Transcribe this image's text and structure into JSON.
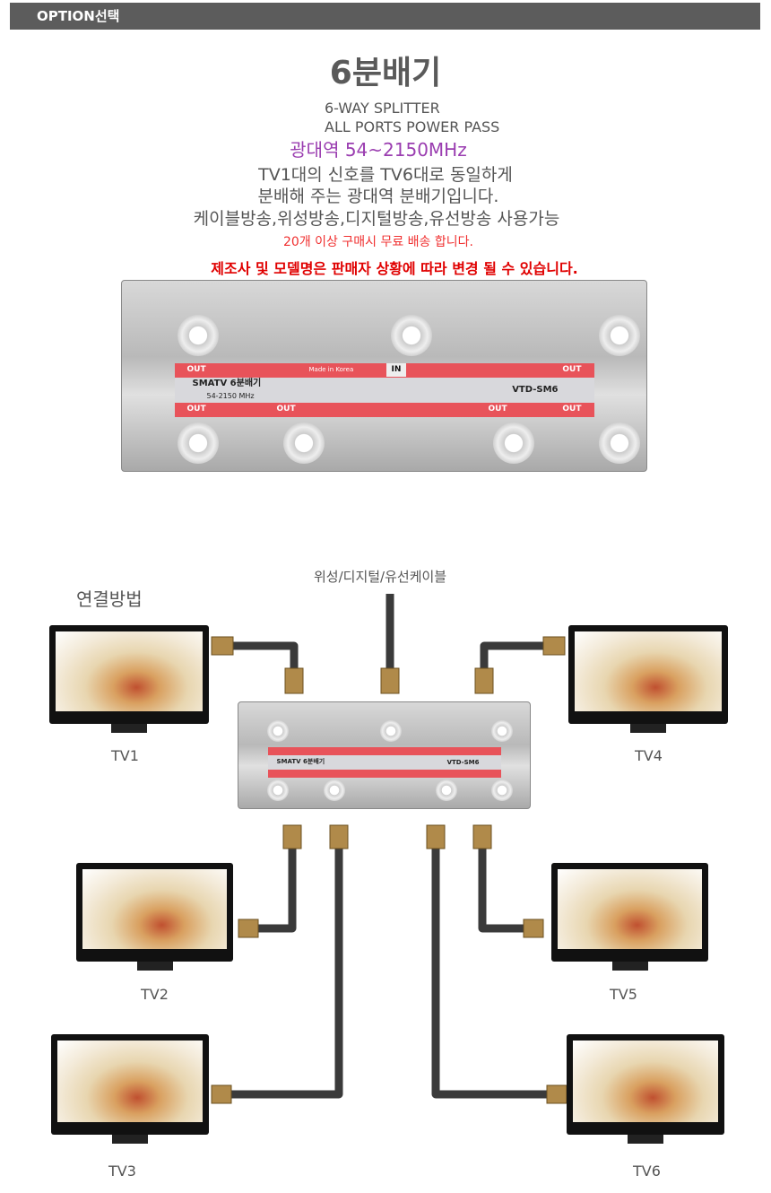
{
  "header": {
    "label": "OPTION선택"
  },
  "product": {
    "title": "6분배기",
    "subtitle1": "6-WAY  SPLITTER",
    "subtitle2": "ALL PORTS POWER PASS",
    "band": "광대역 54~2150MHz",
    "desc": [
      "TV1대의 신호를 TV6대로 동일하게",
      "분배해 주는 광대역 분배기입니다.",
      "케이블방송,위성방송,디지털방송,유선방송 사용가능"
    ],
    "shipping": "20개 이상 구매시 무료 배송 합니다.",
    "notice": "제조사 및 모델명은 판매자 상황에 따라 변경 될 수 있습니다."
  },
  "device_label": {
    "out": "OUT",
    "in": "IN",
    "made": "Made in Korea",
    "name": "SMATV 6분배기",
    "freq": "54-2150 MHz",
    "model": "VTD-SM6"
  },
  "diagram": {
    "title": "연결방법",
    "input": "위성/디지털/유선케이블",
    "tvs": [
      "TV1",
      "TV2",
      "TV3",
      "TV4",
      "TV5",
      "TV6"
    ]
  }
}
